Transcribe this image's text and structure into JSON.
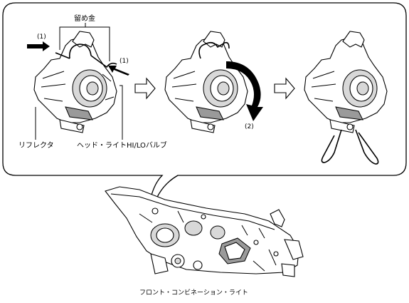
{
  "labels": {
    "retainer": "留め金",
    "step1_left": "(1)",
    "step1_right": "(1)",
    "step2": "(2)",
    "reflector": "リフレクタ",
    "bulb": "ヘッド・ライトHI/LOバルブ",
    "assembly": "フロント・コンビネーション・ライト"
  },
  "colors": {
    "line": "#000000",
    "fill_light": "#ffffff",
    "fill_gray": "#d8d8d8",
    "fill_dark": "#9a9a9a"
  },
  "icons": {
    "arrow1": "right-arrow-icon",
    "arrow2": "right-arrow-icon"
  }
}
